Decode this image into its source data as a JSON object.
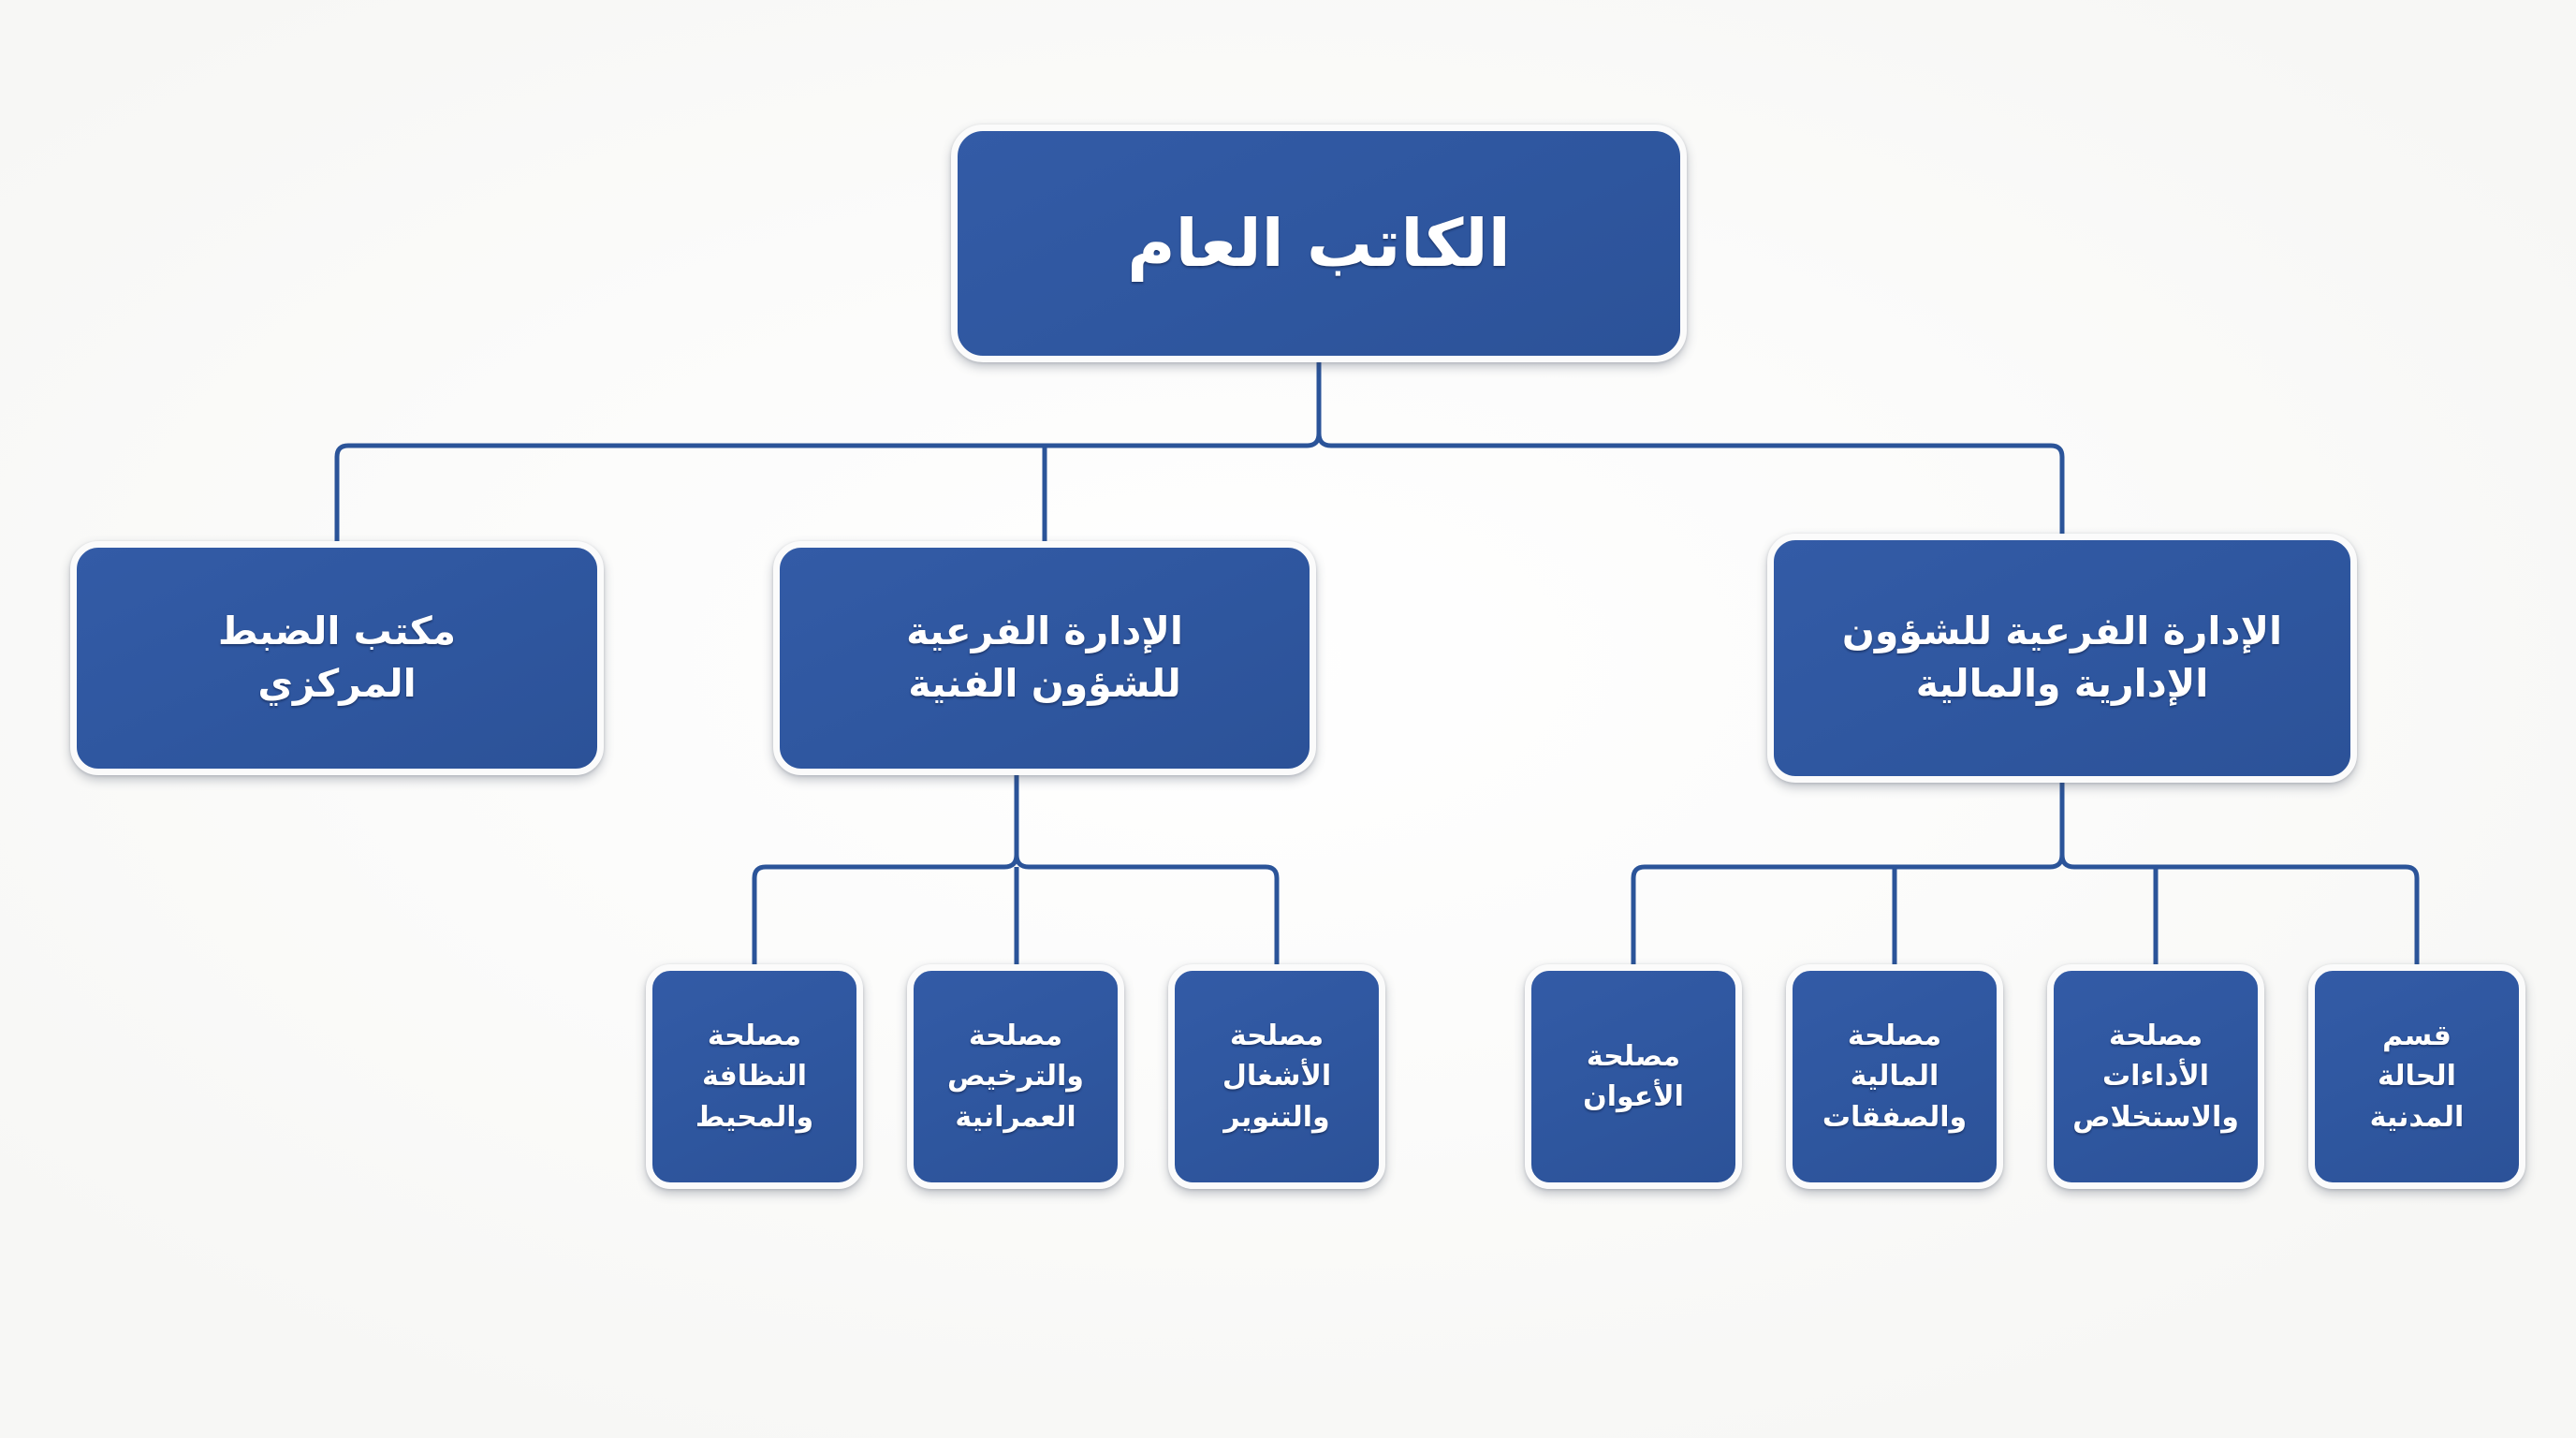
{
  "chart": {
    "type": "organizational-chart",
    "direction": "rtl",
    "language": "Arabic",
    "colors": {
      "node_fill": "#2f57a0",
      "node_border": "#fbfbfb",
      "connector": "#2b5499",
      "text": "#ffffff",
      "background": "#fcfcfc"
    },
    "root": {
      "label": "الكاتب العام",
      "level": 1
    },
    "level2": [
      {
        "id": "central-registry-office",
        "label": "مكتب الضبط\nالمركزي",
        "children_count": 0
      },
      {
        "id": "sub-directorate-technical-affairs",
        "label": "الإدارة الفرعية\nللشؤون الفنية",
        "children_count": 3
      },
      {
        "id": "sub-directorate-administrative-financial-affairs",
        "label": "الإدارة الفرعية للشؤون\nالإدارية والمالية",
        "children_count": 4
      }
    ],
    "technical_children": [
      {
        "id": "hygiene-environment-service",
        "label": "مصلحة\nالنظافة\nوالمحيط"
      },
      {
        "id": "urban-licensing-service",
        "label": "مصلحة\nوالترخيص\nالعمرانية"
      },
      {
        "id": "works-lighting-service",
        "label": "مصلحة\nالأشغال\nوالتنوير"
      }
    ],
    "administrative_children": [
      {
        "id": "agents-service",
        "label": "مصلحة\nالأعوان"
      },
      {
        "id": "finance-contracts-service",
        "label": "مصلحة\nالمالية\nوالصفقات"
      },
      {
        "id": "taxes-collection-service",
        "label": "مصلحة\nالأداءات\nوالاستخلاص"
      },
      {
        "id": "civil-status-section",
        "label": "قسم\nالحالة\nالمدنية"
      }
    ]
  }
}
